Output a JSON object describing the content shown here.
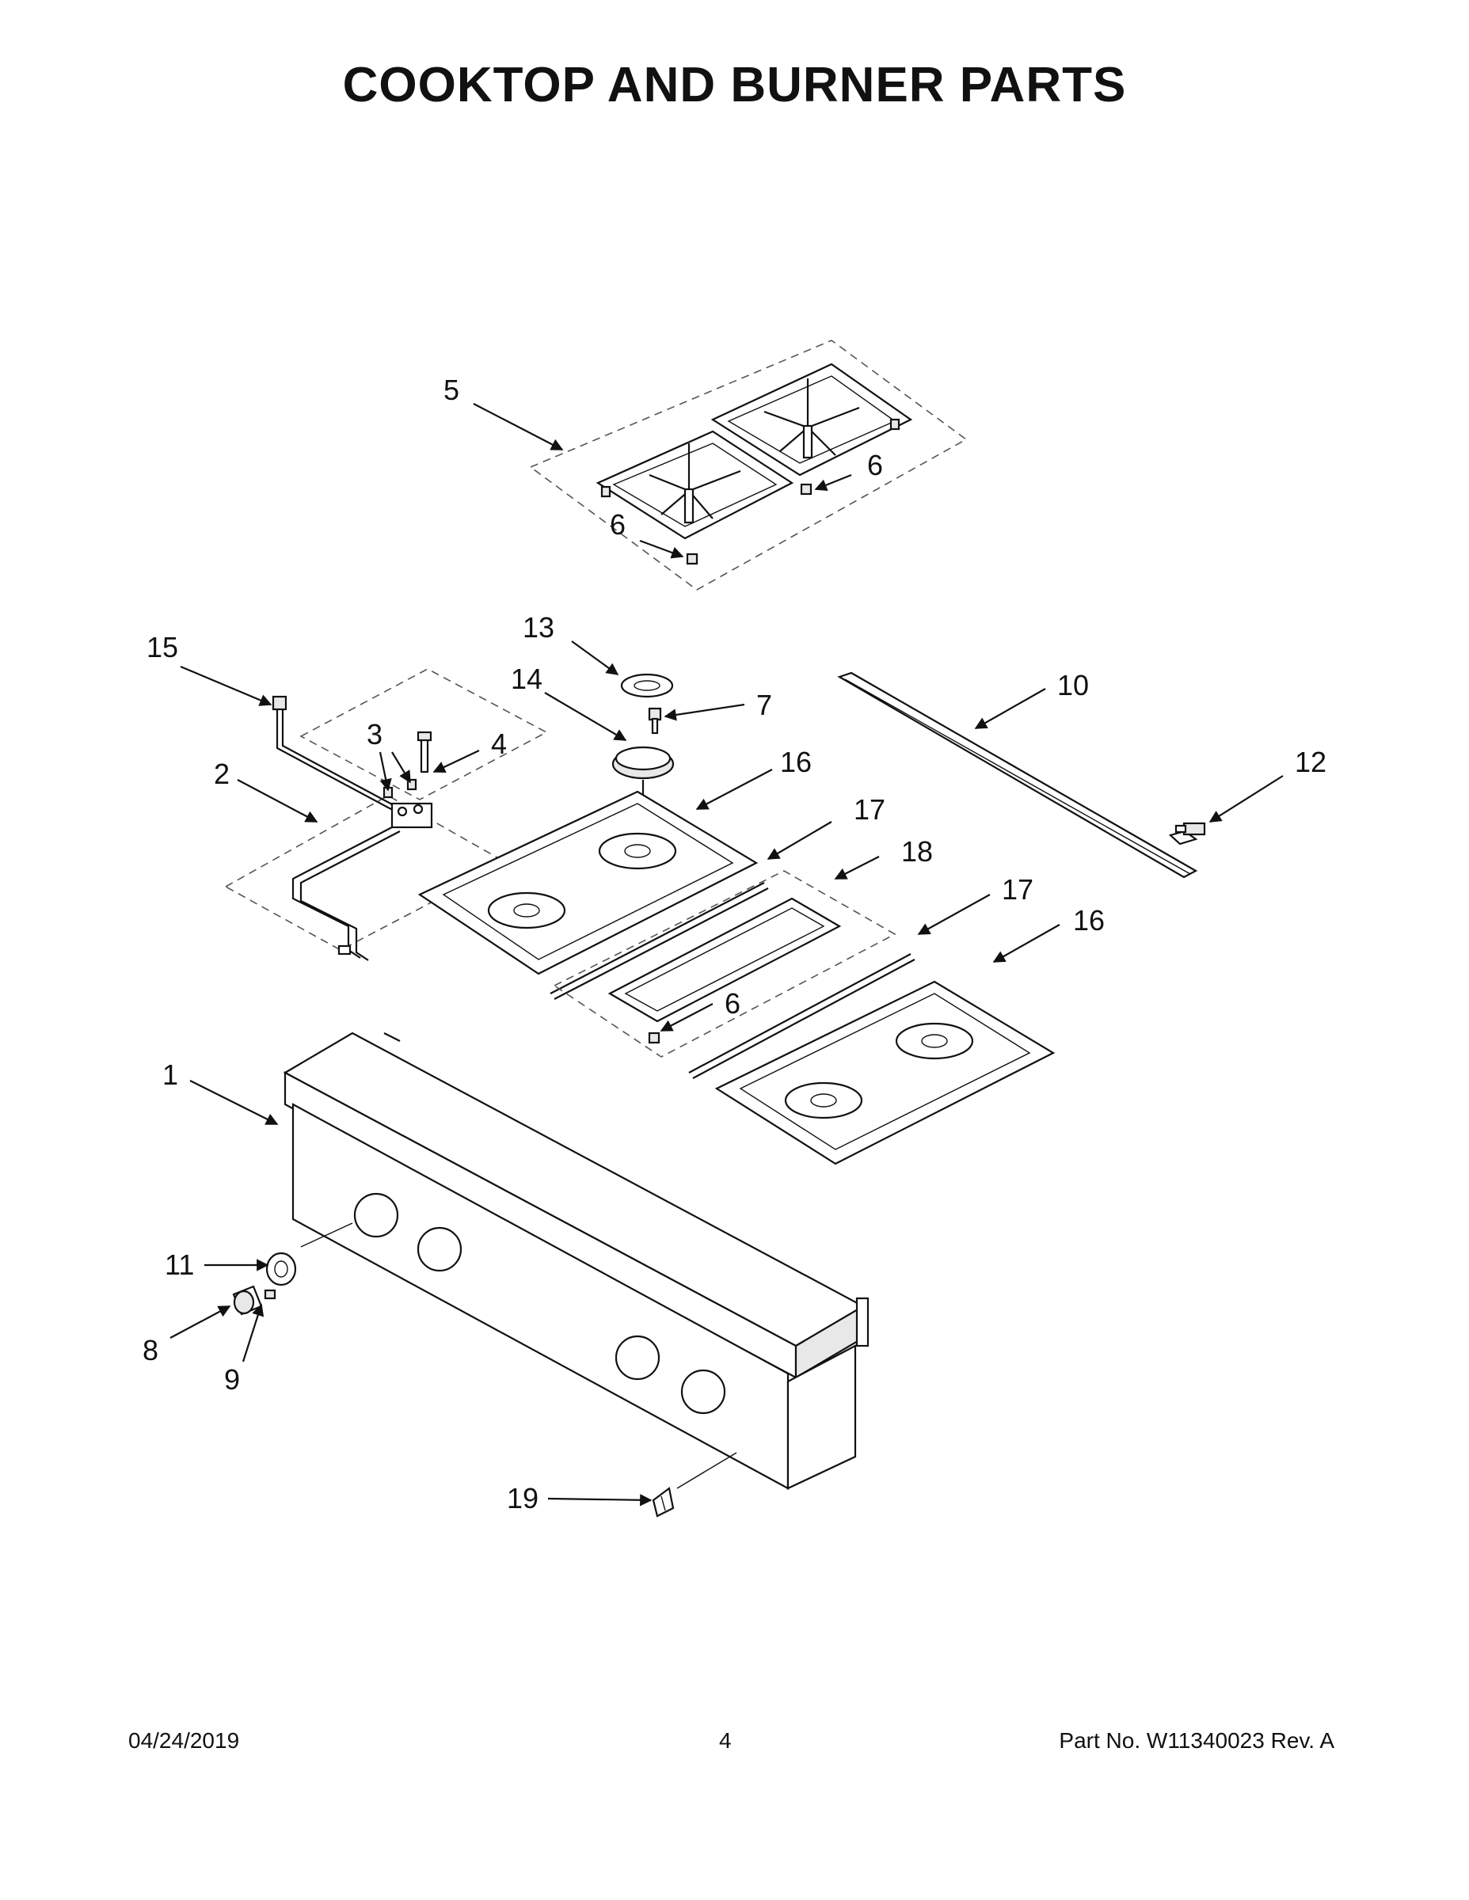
{
  "page": {
    "title": "COOKTOP AND BURNER PARTS",
    "footer": {
      "date": "04/24/2019",
      "page_number": "4",
      "part_number": "Part No.  W11340023  Rev.  A"
    }
  },
  "callouts": {
    "c1": "1",
    "c2": "2",
    "c3": "3",
    "c4": "4",
    "c5": "5",
    "c6a": "6",
    "c6b": "6",
    "c6c": "6",
    "c7": "7",
    "c8": "8",
    "c9": "9",
    "c10": "10",
    "c11": "11",
    "c12": "12",
    "c13": "13",
    "c14": "14",
    "c15": "15",
    "c16a": "16",
    "c16b": "16",
    "c17a": "17",
    "c17b": "17",
    "c18": "18",
    "c19": "19"
  }
}
